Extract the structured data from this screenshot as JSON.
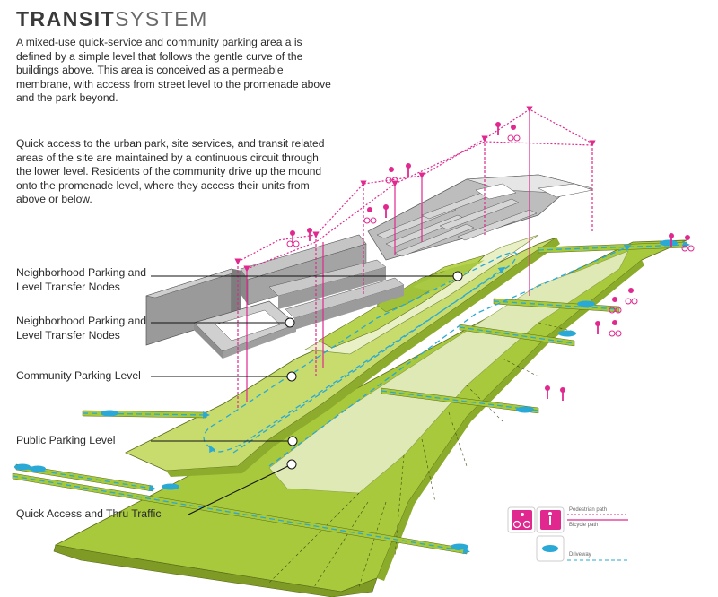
{
  "title": {
    "bold": "TRANSIT",
    "light": "SYSTEM"
  },
  "paragraphs": [
    "A mixed-use quick-service and community parking area a is defined by a simple level that follows the gentle curve of the buildings above.  This area is conceived as a permeable membrane, with access from street level to the promenade above and the park beyond.",
    "Quick access to the urban park, site services, and transit related areas of the site are maintained by a continuous circuit through the lower level.  Residents of the community drive up the mound onto the promenade level, where they access their units from above or below."
  ],
  "labels": [
    {
      "line1": "Neighborhood Parking and",
      "line2": "Level Transfer Nodes"
    },
    {
      "line1": "Neighborhood Parking and",
      "line2": "Level Transfer Nodes"
    },
    {
      "line1": "Community Parking Level",
      "line2": ""
    },
    {
      "line1": "Public Parking Level",
      "line2": ""
    },
    {
      "line1": "Quick Access and Thru Traffic",
      "line2": ""
    }
  ],
  "legend": {
    "pedestrian": "Pedestrian path",
    "bicycle": "Bicycle path",
    "driveway": "Driveway"
  },
  "colors": {
    "magenta": "#e0288f",
    "cyan": "#2aa8d6",
    "green_dark": "#a6c93a",
    "green_light": "#cfe286",
    "green_pale": "#e8efc4",
    "building": "#a9a9a9"
  }
}
